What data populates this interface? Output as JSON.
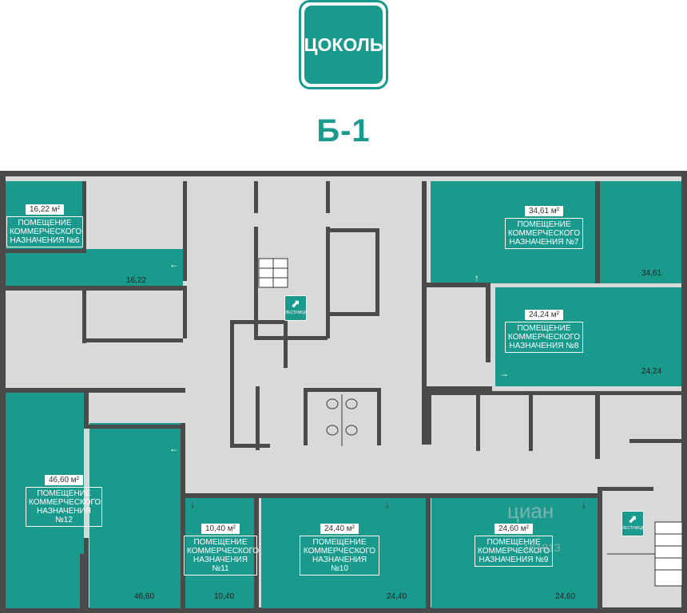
{
  "header": {
    "floor_badge": "ЦОКОЛЬ",
    "section": "Б-1"
  },
  "colors": {
    "teal": "#1a9a8c",
    "wall": "#4a4a4a",
    "corridor": "#d9d9d9"
  },
  "rooms": [
    {
      "id": "room-6",
      "area_badge": "16,22 м²",
      "line1": "ПОМЕЩЕНИЕ",
      "line2": "КОММЕРЧЕСКОГО",
      "line3": "НАЗНАЧЕНИЯ №6",
      "corner": "16,22"
    },
    {
      "id": "room-7",
      "area_badge": "34,61 м²",
      "line1": "ПОМЕЩЕНИЕ",
      "line2": "КОММЕРЧЕСКОГО",
      "line3": "НАЗНАЧЕНИЯ №7",
      "corner": "34,61"
    },
    {
      "id": "room-8",
      "area_badge": "24,24 м²",
      "line1": "ПОМЕЩЕНИЕ",
      "line2": "КОММЕРЧЕСКОГО",
      "line3": "НАЗНАЧЕНИЯ №8",
      "corner": "24,24"
    },
    {
      "id": "room-12",
      "area_badge": "46,60 м²",
      "line1": "ПОМЕЩЕНИЕ",
      "line2": "КОММЕРЧЕСКОГО",
      "line3": "НАЗНАЧЕНИЯ №12",
      "corner": "46,60"
    },
    {
      "id": "room-11",
      "area_badge": "10,40 м²",
      "line1": "ПОМЕЩЕНИЕ",
      "line2": "КОММЕРЧЕСКОГО",
      "line3": "НАЗНАЧЕНИЯ №11",
      "corner": "10,40"
    },
    {
      "id": "room-10",
      "area_badge": "24,40 м²",
      "line1": "ПОМЕЩЕНИЕ",
      "line2": "КОММЕРЧЕСКОГО",
      "line3": "НАЗНАЧЕНИЯ №10",
      "corner": "24,40"
    },
    {
      "id": "room-9",
      "area_badge": "24,60 м²",
      "line1": "ПОМЕЩЕНИЕ",
      "line2": "КОММЕРЧЕСКОГО",
      "line3": "НАЗНАЧЕНИЯ №9",
      "corner": "24,60"
    }
  ],
  "stairs_label": "ЛЕСТНИЦА",
  "watermark": {
    "brand": "циан",
    "code": "161813"
  }
}
